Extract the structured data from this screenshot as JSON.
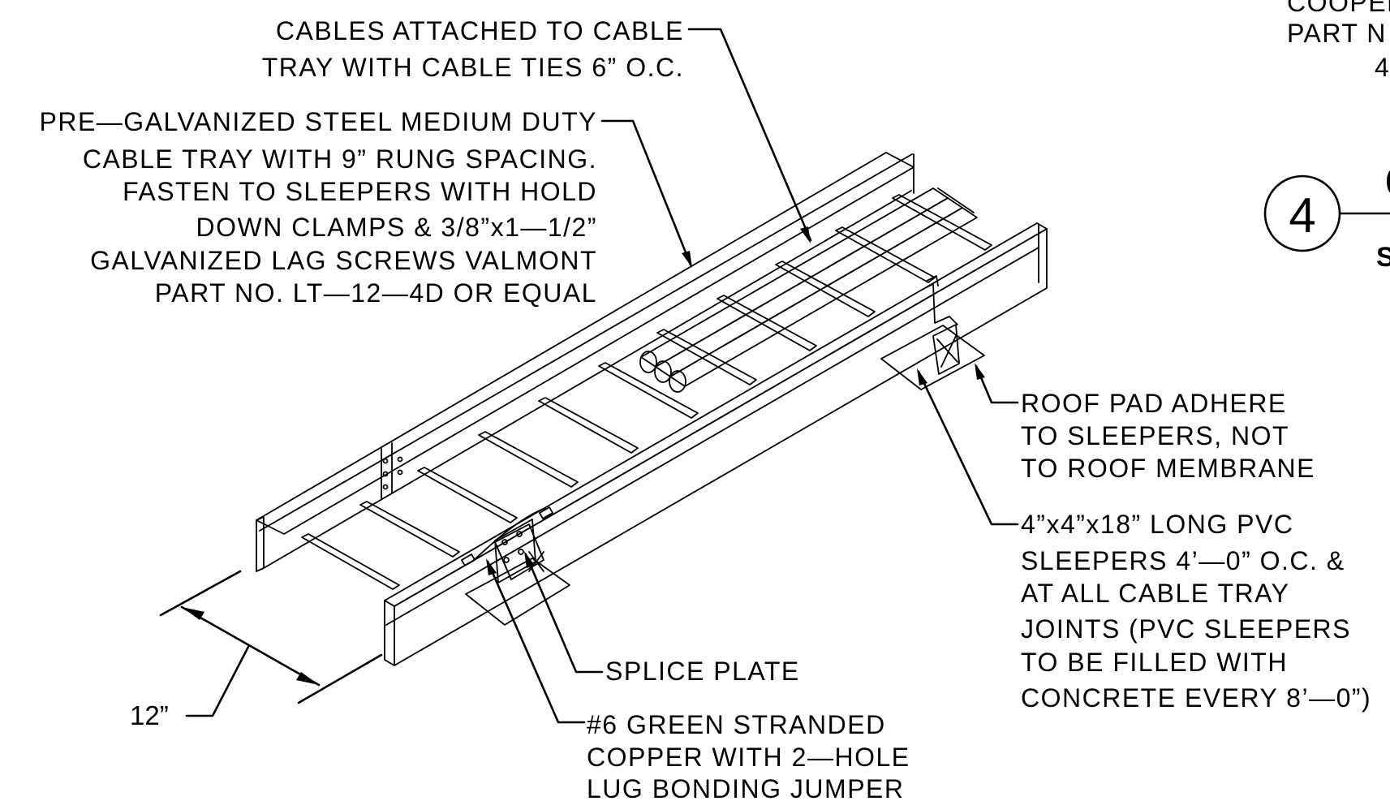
{
  "notes": {
    "cable_ties": [
      "CABLES ATTACHED TO CABLE",
      "TRAY WITH CABLE TIES 6” O.C."
    ],
    "cable_tray": [
      "PRE—GALVANIZED STEEL MEDIUM DUTY",
      "CABLE TRAY WITH 9” RUNG SPACING.",
      "FASTEN TO SLEEPERS WITH HOLD",
      "DOWN CLAMPS & 3/8”x1—1/2”",
      "GALVANIZED LAG SCREWS VALMONT",
      "PART NO. LT—12—4D OR EQUAL"
    ],
    "roof_pad": [
      "ROOF PAD ADHERE",
      "TO SLEEPERS, NOT",
      "TO ROOF MEMBRANE"
    ],
    "sleepers": [
      "4”x4”x18” LONG PVC",
      "SLEEPERS 4’—0” O.C. &",
      "AT ALL CABLE TRAY",
      "JOINTS (PVC SLEEPERS",
      "TO BE FILLED WITH",
      "CONCRETE EVERY 8’—0”)"
    ],
    "splice_plate": [
      "SPLICE PLATE"
    ],
    "bonding_jumper": [
      "#6 GREEN STRANDED",
      "COPPER WITH 2—HOLE",
      "LUG BONDING JUMPER"
    ],
    "cropped_top_right": [
      "COOPER",
      "PART N",
      "4"
    ]
  },
  "dimension": {
    "width_label": "12”"
  },
  "detail_callout": {
    "number": "4",
    "sheet_fragment": "S",
    "title_fragment": "C"
  }
}
